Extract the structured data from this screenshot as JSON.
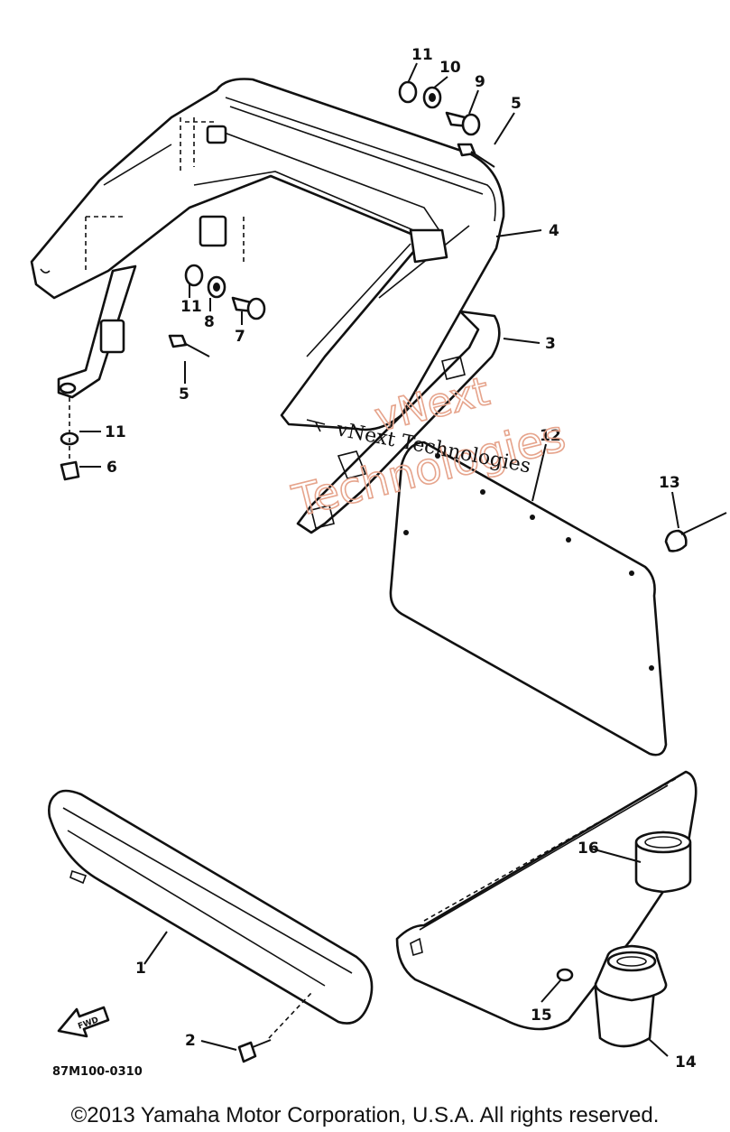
{
  "diagram": {
    "callouts": [
      "1",
      "2",
      "3",
      "4",
      "5",
      "5",
      "6",
      "7",
      "8",
      "9",
      "10",
      "11",
      "11",
      "11",
      "12",
      "13",
      "14",
      "15",
      "16"
    ],
    "fwd_label": "FWD",
    "diagram_code": "87M100-0310"
  },
  "watermark": {
    "line1": "vNext",
    "line2": "Technologies",
    "line3": "vNext Technologies"
  },
  "footer": {
    "copyright": "©2013 Yamaha Motor Corporation, U.S.A. All rights reserved."
  }
}
